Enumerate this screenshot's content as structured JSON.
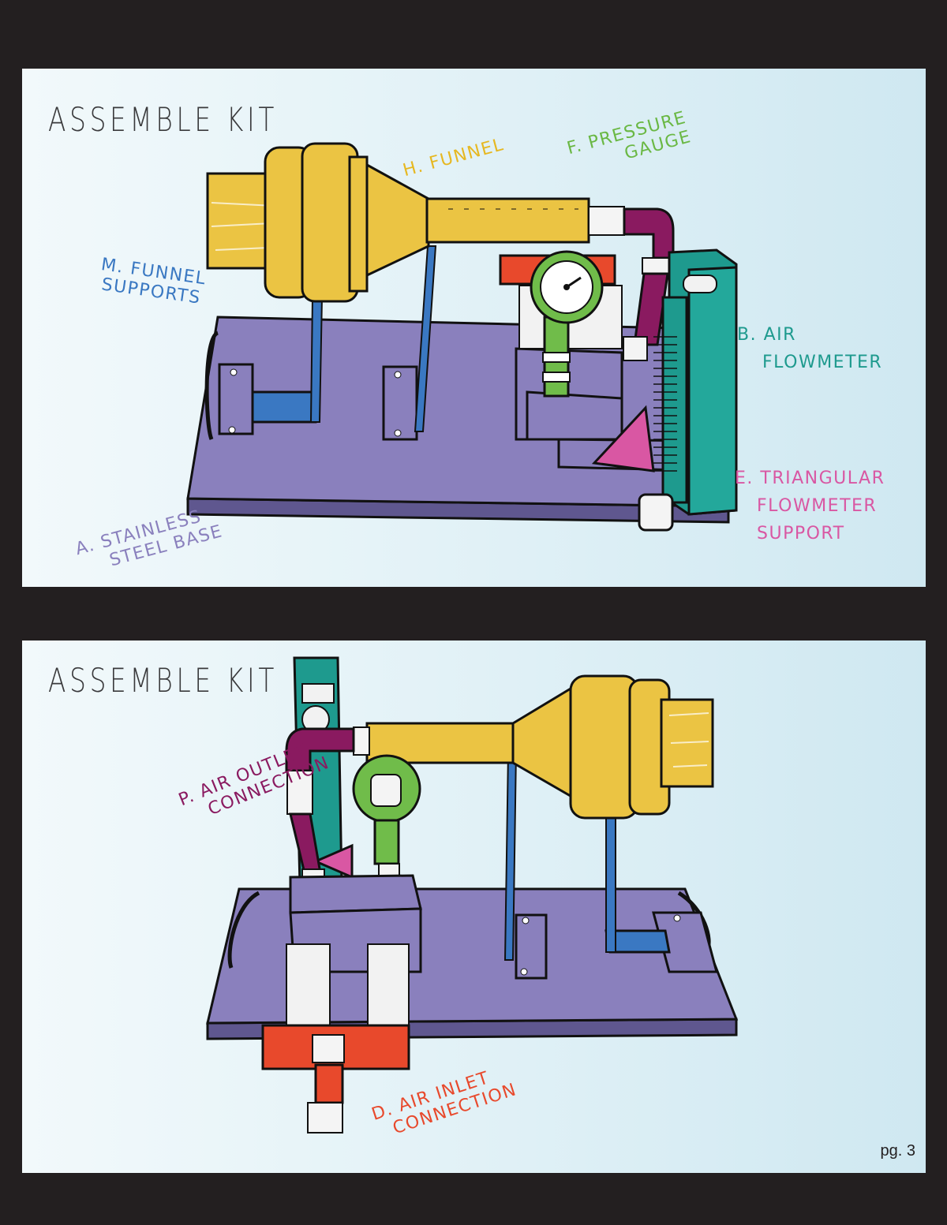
{
  "colors": {
    "page_bg": "#231f20",
    "base_purple": "#8a80bd",
    "funnel_yellow": "#ebc443",
    "support_blue": "#3a78c2",
    "outlet_magenta": "#8a1a60",
    "gauge_green": "#70bc4a",
    "flowmeter_teal": "#1e9a8e",
    "triangle_pink": "#d957a3",
    "inlet_red": "#e8492c"
  },
  "panel_top": {
    "title": "ASSEMBLE KIT",
    "labels": {
      "funnel": "H. FUNNEL",
      "pressure_gauge": [
        "F. PRESSURE",
        "GAUGE"
      ],
      "funnel_supports": [
        "M. FUNNEL",
        "SUPPORTS"
      ],
      "air_flowmeter": [
        "B. AIR",
        "FLOWMETER"
      ],
      "triangular_support": [
        "E. TRIANGULAR",
        "FLOWMETER",
        "SUPPORT"
      ],
      "stainless_base": [
        "A. STAINLESS",
        "STEEL BASE"
      ]
    }
  },
  "panel_bottom": {
    "title": "ASSEMBLE KIT",
    "labels": {
      "air_outlet": [
        "P. AIR OUTLET",
        "CONNECTION"
      ],
      "air_inlet": [
        "D. AIR INLET",
        "CONNECTION"
      ]
    }
  },
  "footer": {
    "page_number": "pg. 3"
  }
}
